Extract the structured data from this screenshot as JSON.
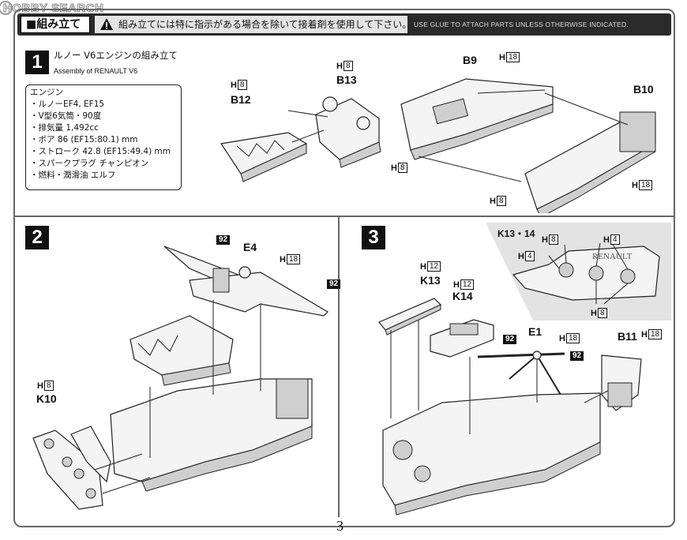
{
  "watermark": "HOBBY SEARCH",
  "header": {
    "title": "■組み立て",
    "warning_jp": "組み立てには特に指示がある場合を除いて接着剤を使用して下さい。",
    "warning_en": "USE GLUE TO ATTACH PARTS UNLESS OTHERWISE INDICATED."
  },
  "step1": {
    "number": "1",
    "title_jp": "ルノー V6エンジンの組み立て",
    "title_en": "Assembly of RENAULT V6",
    "spec": {
      "heading": "エンジン",
      "lines": [
        "・ルノーEF4, EF15",
        "・V型6気筒・90度",
        "・排気量 1,492cc",
        "・ボア 86 (EF15:80.1) mm",
        "・ストローク 42.8 (EF15:49.4) mm",
        "・スパークプラグ チャンピオン",
        "・燃料・潤滑油 エルフ"
      ]
    },
    "labels": {
      "b12": "B12",
      "b13": "B13",
      "b9": "B9",
      "b10": "B10"
    }
  },
  "step2": {
    "number": "2",
    "labels": {
      "e4": "E4",
      "k10": "K10"
    }
  },
  "step3": {
    "number": "3",
    "labels": {
      "k13": "K13",
      "k14": "K14",
      "e1": "E1",
      "b11": "B11",
      "inset": "K13・14",
      "inset_logo": "RENAULT"
    }
  },
  "hardness": {
    "h": "H",
    "n8": "8",
    "n18": "18",
    "n12": "12",
    "n4": "4"
  },
  "color_code": "92",
  "page_number": "3"
}
